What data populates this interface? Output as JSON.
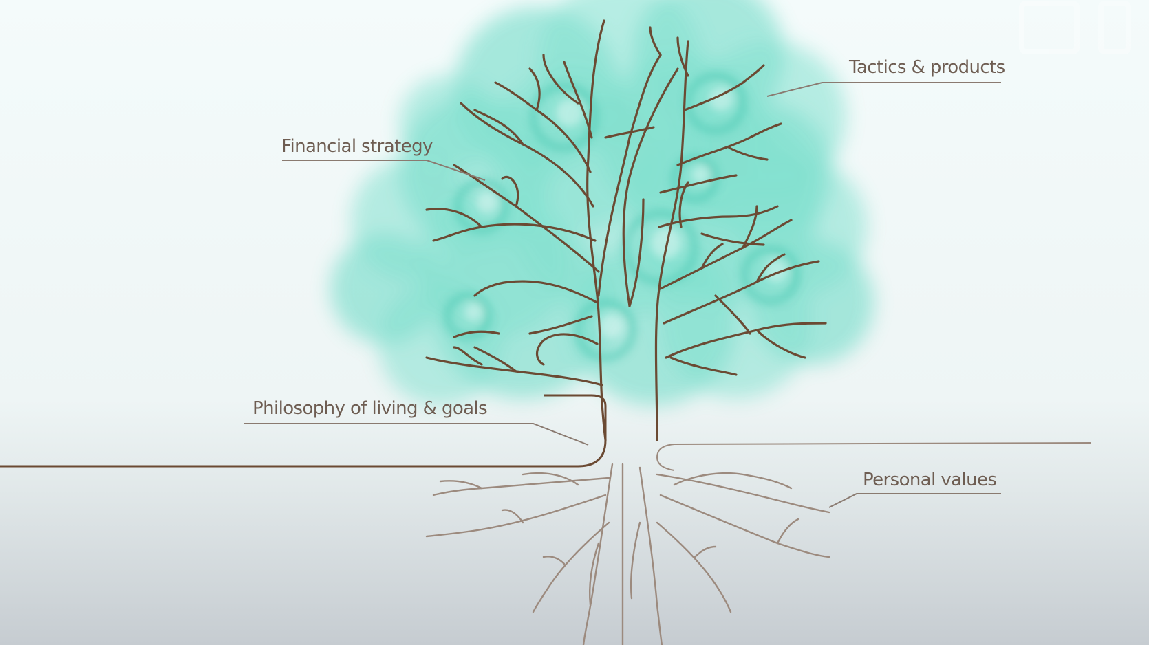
{
  "labels": {
    "tactics": "Tactics & products",
    "financial": "Financial strategy",
    "philosophy": "Philosophy of living & goals",
    "values": "Personal values"
  },
  "colors": {
    "text": "#6e5d52",
    "branch": "#6b4a33",
    "root": "#9c8a7e",
    "foliage": "#6fdcc8",
    "sky_top": "#f3fbfb",
    "ground_bottom": "#c7cdd2"
  }
}
